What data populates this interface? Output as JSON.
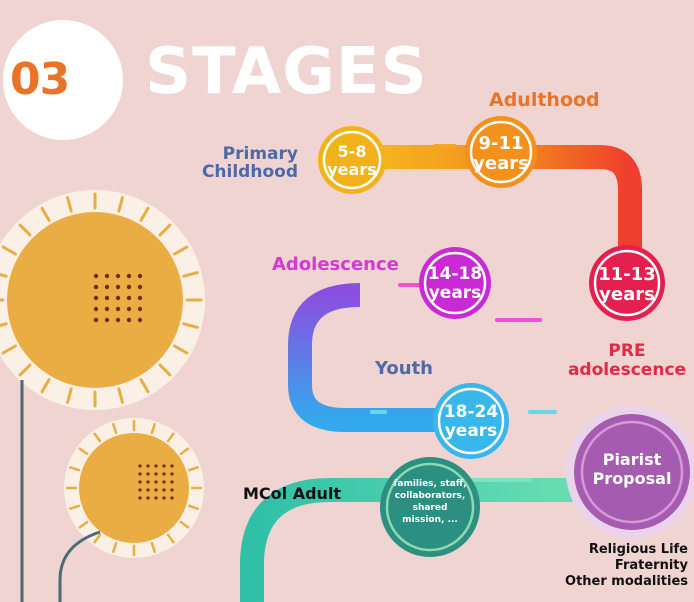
{
  "header": {
    "number": "03",
    "title": "STAGES"
  },
  "stages": {
    "primary_childhood": {
      "label_line1": "Primary",
      "label_line2": "Childhood"
    },
    "age_5_8": {
      "line1": "5-8",
      "line2": "years"
    },
    "adulthood_label": "Adulthood",
    "age_9_11": {
      "line1": "9-11",
      "line2": "years"
    },
    "adolescence_label": "Adolescence",
    "age_14_18": {
      "line1": "14-18",
      "line2": "years"
    },
    "age_11_13": {
      "line1": "11-13",
      "line2": "years"
    },
    "youth_label": "Youth",
    "pre_adolescence": {
      "line1": "PRE",
      "line2": "adolescence"
    },
    "age_18_24": {
      "line1": "18-24",
      "line2": "years"
    },
    "mcol_adult_label": "MCol Adult",
    "families": {
      "line1": "families, staff,",
      "line2": "collaborators,",
      "line3": "shared",
      "line4": "mission, ..."
    },
    "piarist_proposal": {
      "line1": "Piarist",
      "line2": "Proposal"
    },
    "religious_life": "Religious Life",
    "fraternity": "Fraternity",
    "other_modalities": "Other modalities"
  },
  "colors": {
    "background": "#f0d4d2",
    "orange_text": "#e8742a",
    "blue_text": "#4e6aa6",
    "magenta_text": "#d23ad0",
    "red_text": "#e12a43",
    "yellow_circle": "#f2b21a",
    "orange_circle": "#f4911d",
    "red_circle": "#e3204f",
    "magenta_circle": "#c92ad4",
    "blue_circle": "#39b6ea",
    "teal_circle": "#2b8f82",
    "purple_circle": "#a55bb0",
    "sun": "#e9ad43"
  }
}
